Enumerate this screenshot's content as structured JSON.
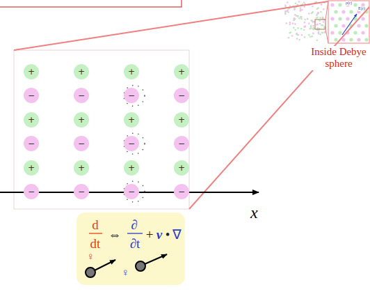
{
  "diagram": {
    "nodes": [
      {
        "text": [
          "+"
        ]
      },
      {
        "text": [
          "+"
        ]
      },
      {
        "text": [
          "+"
        ]
      },
      {
        "text": [
          "+"
        ]
      },
      {
        "text": [
          "−"
        ]
      },
      {
        "text": [
          "−"
        ]
      },
      {
        "text": [
          "−"
        ]
      },
      {
        "text": [
          "−"
        ]
      },
      {
        "text": [
          "+"
        ]
      },
      {
        "text": [
          "+"
        ]
      },
      {
        "text": [
          "+"
        ]
      },
      {
        "text": [
          "+"
        ]
      },
      {
        "text": [
          "−"
        ]
      },
      {
        "text": [
          "−"
        ]
      },
      {
        "text": [
          "−"
        ]
      },
      {
        "text": [
          "−"
        ]
      },
      {
        "text": [
          "+"
        ]
      },
      {
        "text": [
          "+"
        ]
      },
      {
        "text": [
          "+"
        ]
      },
      {
        "text": [
          "+"
        ]
      },
      {
        "text": [
          "−"
        ]
      },
      {
        "text": [
          "−"
        ]
      },
      {
        "text": [
          "−"
        ]
      },
      {
        "text": [
          "−"
        ]
      },
      {
        "text": [
          "d",
          "dt",
          "⇔",
          "∂",
          "∂t",
          "+",
          "v",
          "•",
          "∇",
          "♀",
          "♀"
        ]
      }
    ],
    "labels": [
      "Inside Debye sphere",
      "x",
      "ρ(r)",
      "E(r)"
    ]
  }
}
